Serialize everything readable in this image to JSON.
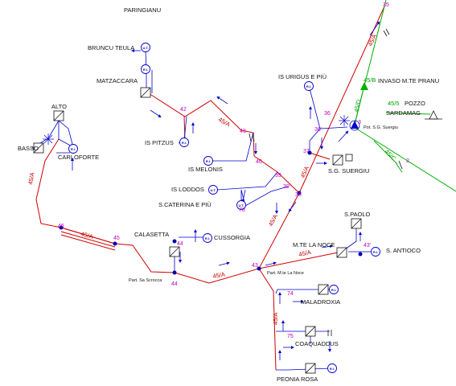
{
  "labels": {
    "paringianu": "PARINGIANU",
    "bruncu_teula": "BRUNCU TEULA",
    "matzaccara": "MATZACCARA",
    "is_urigus": "IS URIGUS E PIÙ",
    "invaso": "INVASO M.TE PRANU",
    "pozzo": "POZZO",
    "sardamag": "SARDAMAG",
    "pot_sg": "Pot. S.G. Suergiu",
    "alto": "ALTO",
    "basso": "BASSO",
    "carloforte": "CARLOFORTE",
    "is_pitzus": "IS PITZUS",
    "is_melonis": "IS MELONIS",
    "sg_suergiu": "S.G. SUERGIU",
    "is_loddos": "IS LODDOS",
    "s_caterina": "S.CATERINA E PIÙ",
    "calasetta": "CALASETTA",
    "cussorgia": "CUSSORGIA",
    "s_paolo": "S.PAOLO",
    "s_antioco": "S. ANTIOCO",
    "mte_la_noce": "M.TE LA NOCE",
    "part_sa_scrocca": "Part. Sa Scrocca",
    "part_mte_la_noce": "Part. M.te La Noce",
    "maladroxia": "MALADROXIA",
    "coaquaddus": "COAQUADDUS",
    "peonia_rosa": "PEONIA ROSA"
  },
  "nodes": {
    "n35": "35",
    "n42": "42",
    "n43a": "43",
    "n40": "40",
    "n39": "39",
    "n39p": "39'",
    "n38": "38",
    "n37": "37",
    "n36": "36",
    "n36p": "36'",
    "n3": "3",
    "n78": "78",
    "n46": "46",
    "n45": "45",
    "n44a": "44",
    "n44b": "44",
    "n43": "43",
    "n43p": "43'",
    "n74": "74",
    "n75": "75",
    "n2": "2"
  },
  "pipes": {
    "p1": "45/A",
    "p2": "45/A",
    "p3": "45/A",
    "p4": "45/A",
    "p5": "45/A",
    "p6": "45/A",
    "p7": "45/A",
    "p8": "45/A",
    "p9": "45/A",
    "g1": "45/B",
    "g2": "45/D",
    "g3": "45/C",
    "g4": "45/5"
  },
  "badges": {
    "ri": "R.I.",
    "ut": "U.T."
  },
  "colors": {
    "main": "#d00000",
    "branch": "#0000cc",
    "green": "#00b000",
    "node": "#0000aa",
    "number": "#c000c0"
  }
}
